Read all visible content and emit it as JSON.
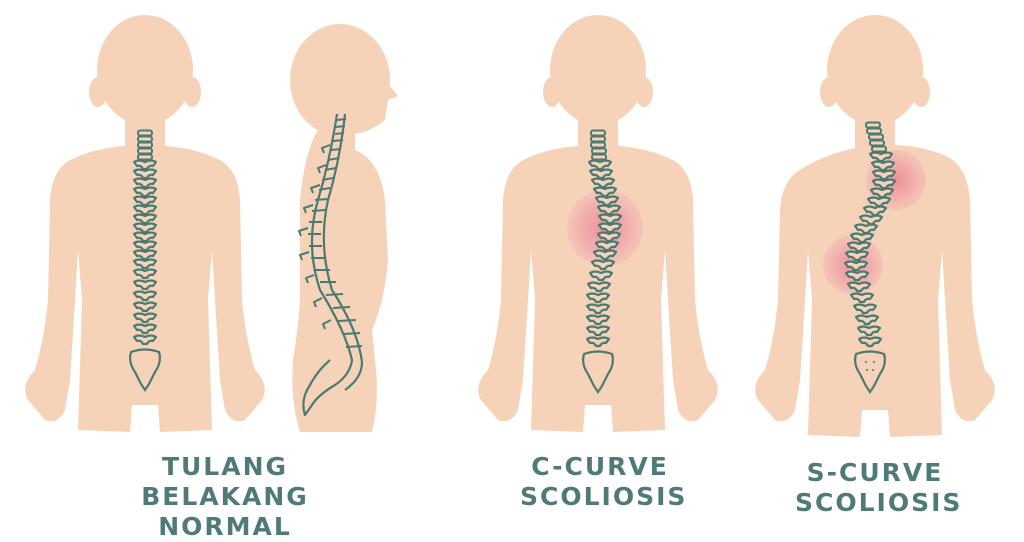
{
  "title": "Spine comparison: normal vs scoliosis",
  "colors": {
    "skin": "#f6d3b8",
    "spine": "#4a7a74",
    "highlight": "#ee8fa0",
    "caption": "#4f7a78",
    "background": "#ffffff"
  },
  "figures": [
    {
      "id": "normal-back",
      "view": "back",
      "spine": "straight"
    },
    {
      "id": "normal-side",
      "view": "side",
      "spine": "natural-curve"
    },
    {
      "id": "c-curve",
      "view": "back",
      "spine": "c-curve",
      "highlights": 1
    },
    {
      "id": "s-curve",
      "view": "back",
      "spine": "s-curve",
      "highlights": 2
    }
  ],
  "captions": {
    "normal": {
      "line1": "Tulang Belakang",
      "line2": "Normal"
    },
    "c_curve": {
      "line1": "C-Curve",
      "line2": "Scoliosis"
    },
    "s_curve": {
      "line1": "S-Curve",
      "line2": "Scoliosis"
    }
  }
}
